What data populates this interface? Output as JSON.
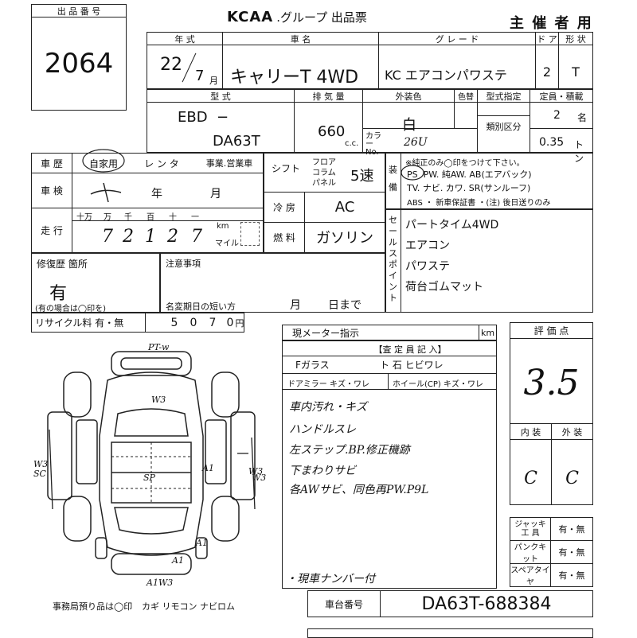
{
  "lot": {
    "label": "出 品 番 号",
    "number": "2064"
  },
  "header": {
    "brand": "KCAA",
    "title": ".グループ 出品票",
    "organizer": "主 催 者 用"
  },
  "row1": {
    "year_label": "年 式",
    "year_value": "22",
    "month_value": "7",
    "month_unit": "月",
    "name_label": "車 名",
    "name_value": "キャリーT 4WD",
    "grade_label": "グ レ ー ド",
    "grade_value": "KC エアコンパワステ",
    "door_label": "ド ア",
    "door_value": "2",
    "shape_label": "形 状",
    "shape_value": "T"
  },
  "row2": {
    "type_label": "型 式",
    "type_prefix": "EBD  −",
    "type_value": "DA63T",
    "displacement_label": "排 気 量",
    "displacement_value": "660",
    "displacement_unit": "c.c.",
    "exterior_label": "外装色",
    "exterior_value": "白",
    "colorno_label": "カラー No.",
    "colorno_value": "26U",
    "recolor_label": "色替",
    "designation_label": "型式指定",
    "category_label": "類別区分",
    "capacity_label": "定員・積載",
    "capacity_value": "2",
    "capacity_unit": "名",
    "load_value": "0.35",
    "load_unit": "トン"
  },
  "row3": {
    "history_label": "車 歴",
    "history_options": [
      "自家用",
      "レ ン タ",
      "事業.営業車"
    ],
    "inspection_label": "車 検",
    "inspection_year": "年",
    "inspection_month": "月",
    "mileage_label": "走 行",
    "mileage_heads": [
      "十万",
      "万",
      "千",
      "百",
      "十",
      "一"
    ],
    "mileage_digits": [
      "7",
      "2",
      "1",
      "2",
      "7"
    ],
    "mileage_km": "km",
    "mileage_mile": "マイル",
    "shift_label": "シフト",
    "shift_options": [
      "フロア",
      "コラム",
      "パネル"
    ],
    "shift_value": "5速",
    "ac_label": "冷 房",
    "ac_value": "AC",
    "fuel_label": "燃 料",
    "fuel_value": "ガソリン"
  },
  "equipment": {
    "label": "装備",
    "note": "※純正のみ◯印をつけて下さい。",
    "line1": "PS  PW. 純AW. AB(エアバック)",
    "line2": "TV. ナビ. カワ. SR(サンルーフ)",
    "line3": "ABS ・ 新車保証書 ・(注) 後日送りのみ"
  },
  "sales_points": {
    "label": "セールスポイント",
    "items": [
      "パートタイム4WD",
      "エアコン",
      "パワステ",
      "荷台ゴムマット"
    ]
  },
  "repair": {
    "label": "修復歴 箇所",
    "value": "有",
    "note": "(有の場合は◯印を)"
  },
  "notice": {
    "label": "注意事項",
    "name_change_label": "名変期日の短い方",
    "month": "月",
    "day": "日まで"
  },
  "recycle": {
    "label": "リサイクル料 有・無",
    "digits": [
      "5",
      "0",
      "7",
      "0"
    ],
    "unit": "円"
  },
  "meter": {
    "label": "現メーター指示",
    "unit": "km"
  },
  "inspector": {
    "title": "【査 定 員 記 入】",
    "glass": "Fガラス",
    "glass_marks": "ト 石 ヒビワレ",
    "mirror": "ドアミラー キズ・ワレ",
    "wheel": "ホイール(CP) キズ・ワレ",
    "notes": [
      "車内汚れ・キズ",
      "ハンドルスレ",
      "左ステップ.BP.修正機跡",
      "下まわりサビ",
      "各AWサビ、同色再PW.P9L",
      "・現車ナンバー付"
    ]
  },
  "score": {
    "label": "評 価 点",
    "value": "3.5",
    "interior_label": "内 装",
    "exterior_label": "外 装",
    "interior_value": "C",
    "exterior_value": "C"
  },
  "tools": {
    "jack": "ジャッキ 工 具",
    "puncture": "パンクキット",
    "spare": "スペアタイヤ",
    "yesno": "有・無"
  },
  "chassis": {
    "label": "車台番号",
    "value": "DA63T-688384"
  },
  "office": {
    "label": "事務局預り品は◯印",
    "items": "カギ リモコン ナビロム"
  },
  "diagram": {
    "marks": [
      "PT-w",
      "W3",
      "W3",
      "SP",
      "A1",
      "A1",
      "A1",
      "A1W3",
      "W3 SC",
      "W3"
    ]
  }
}
